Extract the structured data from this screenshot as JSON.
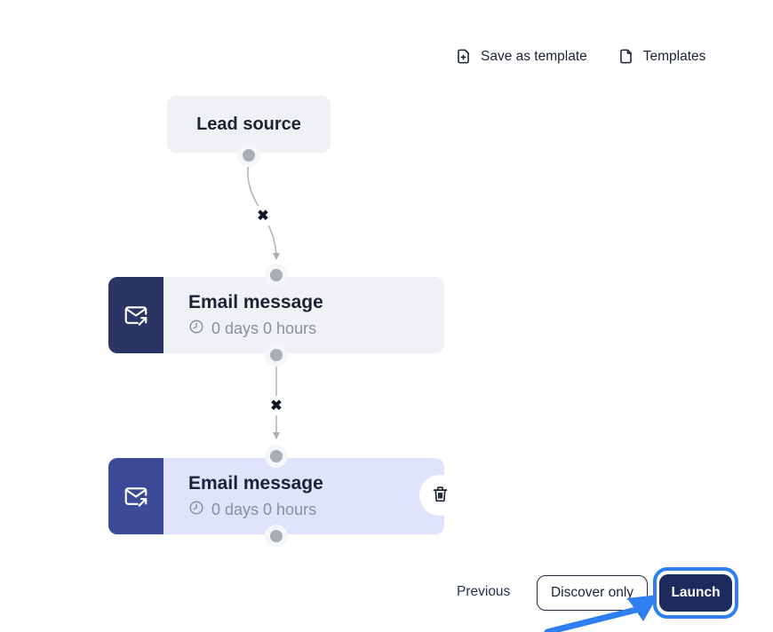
{
  "header": {
    "actions": [
      {
        "label": "Save as template",
        "icon": "file-plus-icon"
      },
      {
        "label": "Templates",
        "icon": "file-icon"
      }
    ]
  },
  "flow": {
    "lead_source_label": "Lead source",
    "steps": [
      {
        "title": "Email message",
        "delay": "0 days 0 hours",
        "icon": "email-send-icon"
      },
      {
        "title": "Email message",
        "delay": "0 days 0 hours",
        "icon": "email-send-icon"
      }
    ],
    "connector_remove_glyph": "✖"
  },
  "footer": {
    "previous_label": "Previous",
    "discover_only_label": "Discover only",
    "launch_label": "Launch"
  },
  "colors": {
    "accent_blue": "#2f7ff2",
    "step_icon_navy_dark": "#2b3563",
    "step_icon_navy_medium": "#3c4a97",
    "launch_navy": "#1d2a5c",
    "node_gray_bg": "#f0f1f4",
    "node_lavender_bg": "#dfe3fb",
    "text_dark": "#1b2334",
    "text_gray": "#8a909b",
    "connector_gray": "#b4b7bd"
  }
}
